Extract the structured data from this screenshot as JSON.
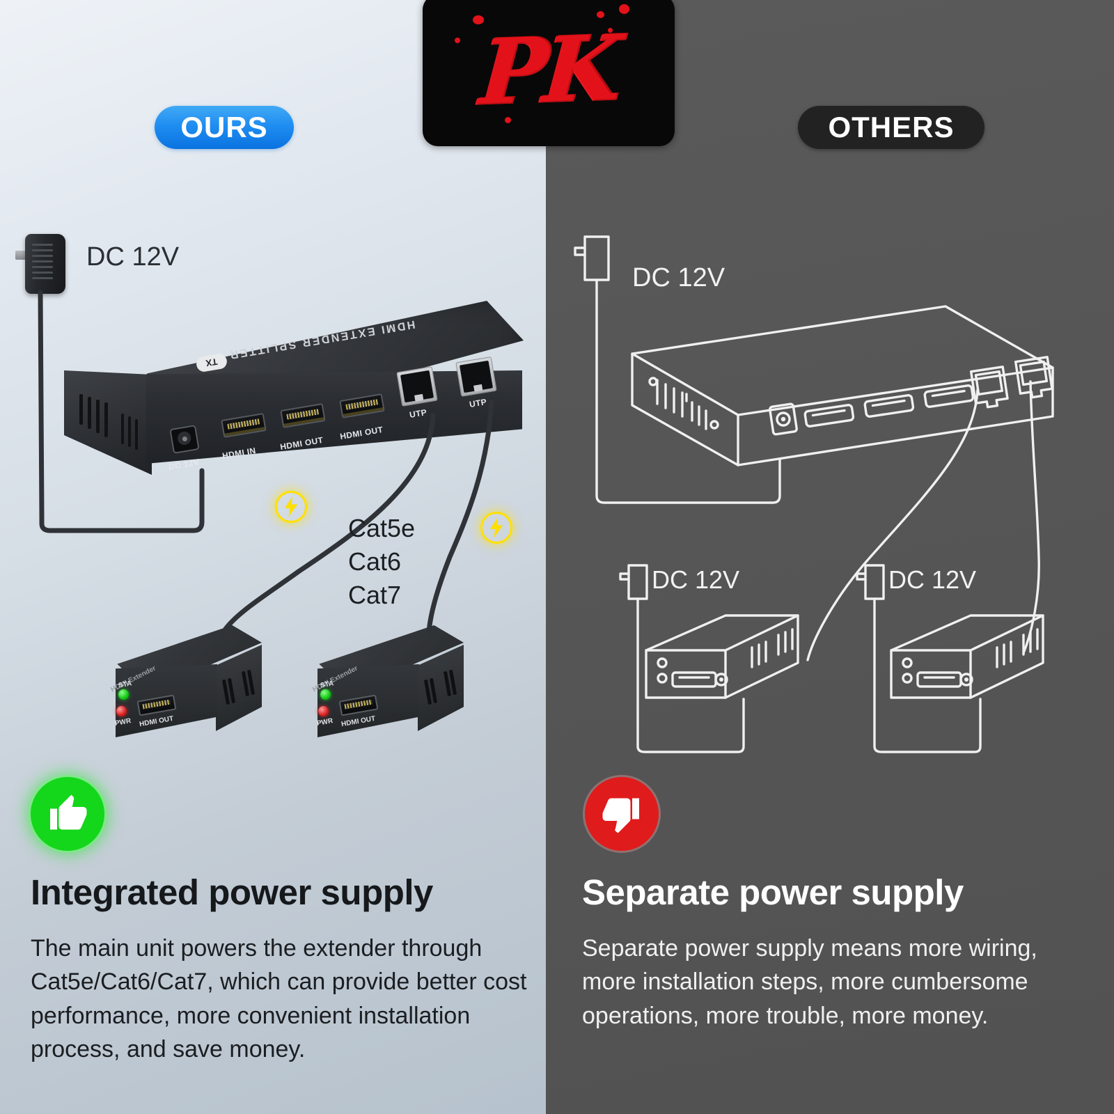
{
  "logo": {
    "text": "PK",
    "bg_color": "#080808",
    "ink_color": "#e3121a"
  },
  "badges": {
    "ours": {
      "label": "OURS",
      "color": "#1f8ef1"
    },
    "others": {
      "label": "OTHERS",
      "color": "#222222"
    }
  },
  "left_panel": {
    "power_label": "DC 12V",
    "main_unit": {
      "top_text": "HDMI EXTENDER SPLITTER",
      "tx_badge": "TX",
      "ports": [
        {
          "label": "DC 12V",
          "type": "dc-jack"
        },
        {
          "label": "HDMI IN",
          "type": "hdmi"
        },
        {
          "label": "HDMI OUT",
          "type": "hdmi"
        },
        {
          "label": "HDMI OUT",
          "type": "hdmi"
        },
        {
          "label": "UTP",
          "type": "rj45"
        },
        {
          "label": "UTP",
          "type": "rj45"
        }
      ]
    },
    "cable_types": [
      "Cat5e",
      "Cat6",
      "Cat7"
    ],
    "receivers": [
      {
        "top_text": "HDMI Extender",
        "led_status": "STA",
        "led_power": "PWR",
        "port_label": "HDMI OUT",
        "status_color": "#12c812",
        "power_color": "#d81e1e"
      },
      {
        "top_text": "HDMI Extender",
        "led_status": "STA",
        "led_power": "PWR",
        "port_label": "HDMI OUT",
        "status_color": "#12c812",
        "power_color": "#d81e1e"
      }
    ],
    "verdict": {
      "icon": "thumbs-up",
      "icon_color": "#14d61b",
      "heading": "Integrated power supply",
      "body": "The main unit powers the extender through Cat5e/Cat6/Cat7, which can provide better cost performance, more convenient installation process, and save money."
    }
  },
  "right_panel": {
    "power_labels": [
      "DC 12V",
      "DC 12V",
      "DC 12V"
    ],
    "verdict": {
      "icon": "thumbs-down",
      "icon_color": "#e01b1b",
      "heading": "Separate power supply",
      "body": "Separate power supply means more wiring, more installation steps, more cumbersome operations, more trouble, more money."
    }
  }
}
